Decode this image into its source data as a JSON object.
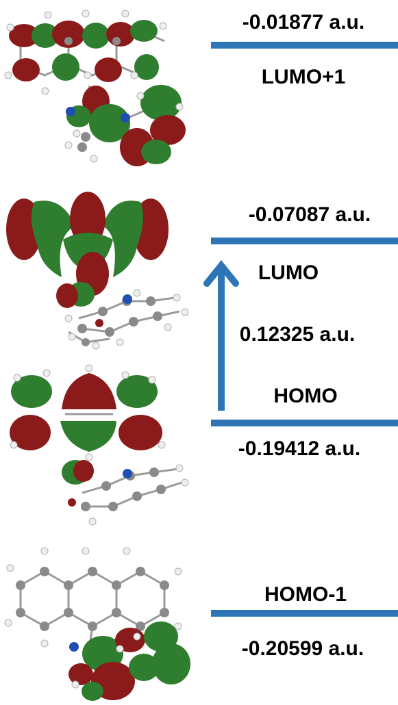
{
  "colors": {
    "level_line": "#2e75b6",
    "arrow": "#2e75b6",
    "lobe_red": "#8b1a1a",
    "lobe_green": "#2f7d2f",
    "atom_carbon": "#8a8a8a",
    "atom_hydrogen": "#f2f2f2",
    "atom_nitrogen": "#1f4fb4"
  },
  "levels": [
    {
      "id": "lumo-plus-1",
      "name": "LUMO+1",
      "energy": "-0.01877 a.u."
    },
    {
      "id": "lumo",
      "name": "LUMO",
      "energy": "-0.07087 a.u."
    },
    {
      "id": "homo",
      "name": "HOMO",
      "energy": "-0.19412 a.u."
    },
    {
      "id": "homo-minus-1",
      "name": "HOMO-1",
      "energy": "-0.20599 a.u."
    }
  ],
  "gap": {
    "label": "0.12325 a.u."
  }
}
